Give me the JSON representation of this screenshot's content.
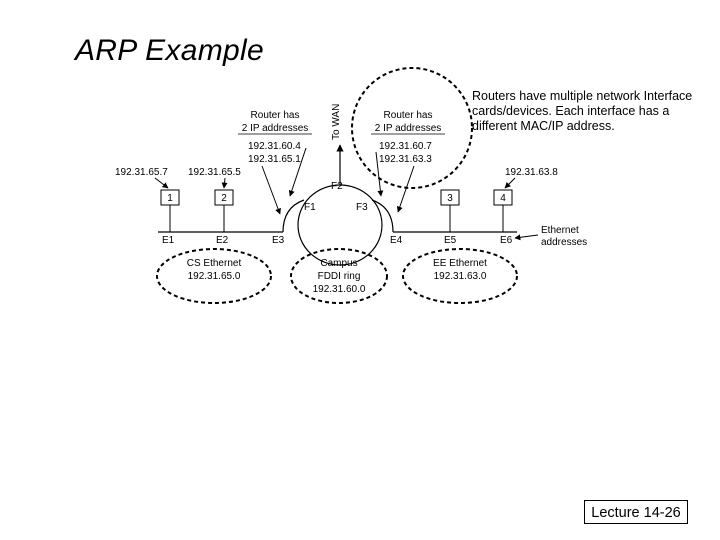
{
  "title": "ARP Example",
  "note": "Routers have multiple network Interface cards/devices. Each interface has a different MAC/IP address.",
  "footer": "Lecture 14-26",
  "diagram": {
    "router_left": {
      "line1": "Router has",
      "line2": "2 IP addresses",
      "ip1": "192.31.60.4",
      "ip2": "192.31.65.1"
    },
    "router_right": {
      "line1": "Router has",
      "line2": "2 IP addresses",
      "ip1": "192.31.60.7",
      "ip2": "192.31.63.3"
    },
    "wan_label": "To WAN",
    "hosts": {
      "h1": {
        "num": "1",
        "ip": "192.31.65.7",
        "mac": "E1"
      },
      "h2": {
        "num": "2",
        "ip": "192.31.65.5",
        "mac": "E2"
      },
      "h3": {
        "num": "3",
        "mac": "E5"
      },
      "h4": {
        "num": "4",
        "ip": "192.31.63.8",
        "mac": "E6"
      }
    },
    "router_eth": {
      "left": "E3",
      "right": "E4"
    },
    "fddi_ifaces": {
      "f1": "F1",
      "f2": "F2",
      "f3": "F3"
    },
    "ethernet_label": {
      "line1": "Ethernet",
      "line2": "addresses"
    },
    "networks": {
      "cs": {
        "name": "CS Ethernet",
        "net": "192.31.65.0"
      },
      "campus": {
        "name1": "Campus",
        "name2": "FDDI ring",
        "net": "192.31.60.0"
      },
      "ee": {
        "name": "EE Ethernet",
        "net": "192.31.63.0"
      }
    }
  }
}
